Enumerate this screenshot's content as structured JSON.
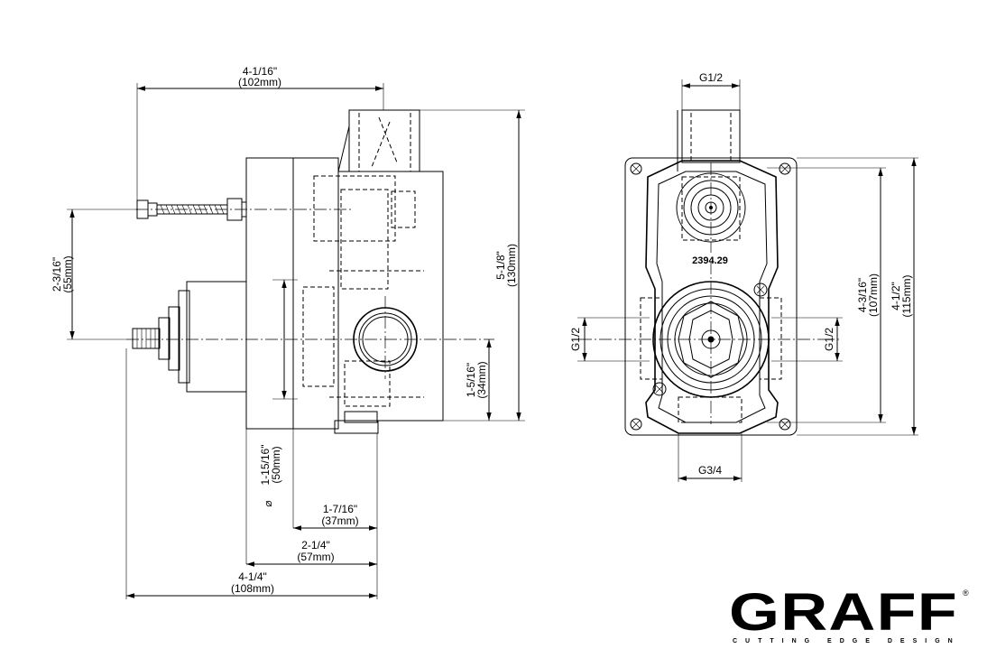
{
  "side_view": {
    "overall_width": {
      "imperial": "4-1/16\"",
      "metric": "(102mm)"
    },
    "rear_offset": {
      "imperial": "2-3/16\"",
      "metric": "(55mm)"
    },
    "body_height": {
      "imperial": "5-1/8\"",
      "metric": "(130mm)"
    },
    "outlet_offset": {
      "imperial": "1-5/16\"",
      "metric": "(34mm)"
    },
    "flange_diameter": {
      "symbol": "⌀",
      "imperial": "1-15/16\"",
      "metric": "(50mm)"
    },
    "inner_depth": {
      "imperial": "1-7/16\"",
      "metric": "(37mm)"
    },
    "mid_depth": {
      "imperial": "2-1/4\"",
      "metric": "(57mm)"
    },
    "total_depth": {
      "imperial": "4-1/4\"",
      "metric": "(108mm)"
    }
  },
  "front_view": {
    "top_port": "G1/2",
    "left_port": "G1/2",
    "right_port": "G1/2",
    "bottom_port": "G3/4",
    "part_number": "2394.29",
    "inner_height": {
      "imperial": "4-3/16\"",
      "metric": "(107mm)"
    },
    "outer_height": {
      "imperial": "4-1/2\"",
      "metric": "(115mm)"
    }
  },
  "brand": {
    "name": "GRAFF",
    "registered_mark": "®",
    "tagline": "CUTTING EDGE DESIGN"
  }
}
